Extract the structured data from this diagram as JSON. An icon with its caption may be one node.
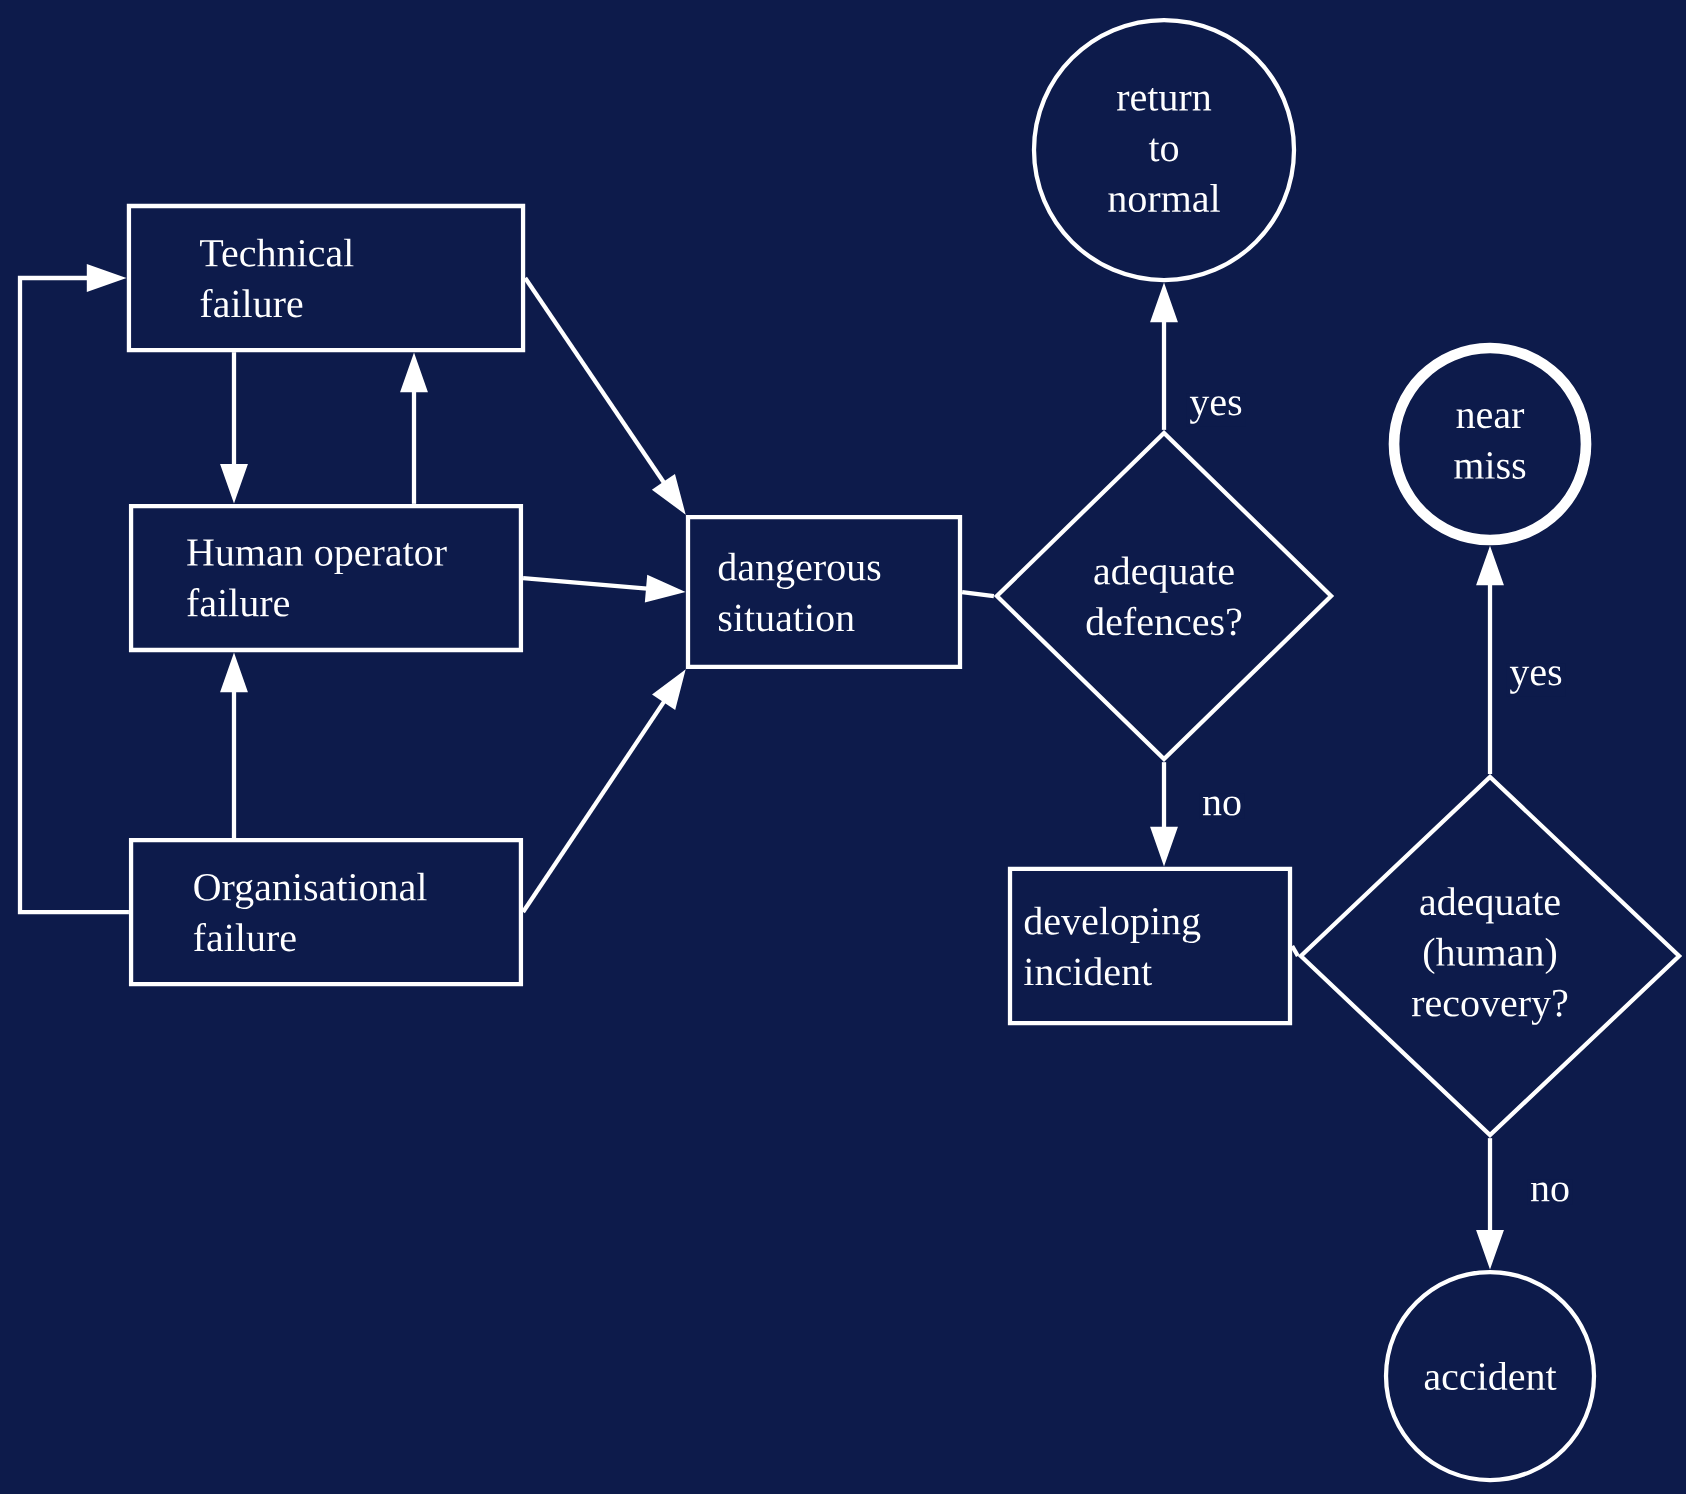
{
  "diagram": {
    "nodes": [
      {
        "text": [
          "Technical failure"
        ]
      },
      {
        "text": [
          "Human operator failure"
        ]
      },
      {
        "text": [
          "Organisational failure"
        ]
      },
      {
        "text": [
          "dangerous situation"
        ]
      },
      {
        "text": [
          "adequate defences?"
        ]
      },
      {
        "text": [
          "return to normal"
        ]
      },
      {
        "text": [
          "developing incident"
        ]
      },
      {
        "text": [
          "adequate (human) recovery?"
        ]
      },
      {
        "text": [
          "near miss"
        ]
      },
      {
        "text": [
          "accident"
        ]
      }
    ],
    "edges": [
      {
        "from": 0,
        "to": 1,
        "arrow": "to"
      },
      {
        "from": 1,
        "to": 0,
        "arrow": "to"
      },
      {
        "from": 2,
        "to": 1,
        "arrow": "to"
      },
      {
        "from": 2,
        "to": 0,
        "arrow": "to"
      },
      {
        "from": 0,
        "to": 3,
        "arrow": "to"
      },
      {
        "from": 1,
        "to": 3,
        "arrow": "to"
      },
      {
        "from": 2,
        "to": 3,
        "arrow": "to"
      },
      {
        "from": 3,
        "to": 4,
        "arrow": "none"
      },
      {
        "from": 4,
        "to": 5,
        "arrow": "to",
        "label": "yes"
      },
      {
        "from": 4,
        "to": 6,
        "arrow": "to",
        "label": "no"
      },
      {
        "from": 6,
        "to": 7,
        "arrow": "none"
      },
      {
        "from": 7,
        "to": 8,
        "arrow": "to",
        "label": "yes"
      },
      {
        "from": 7,
        "to": 9,
        "arrow": "to",
        "label": "no"
      }
    ]
  }
}
